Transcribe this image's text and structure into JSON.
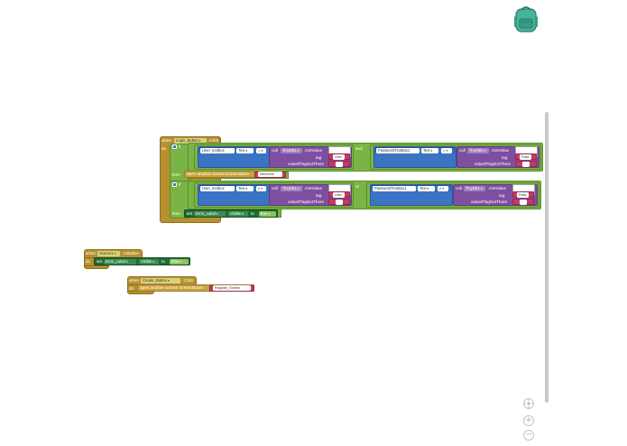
{
  "icons": {
    "backpack": "backpack-icon",
    "gear": "gear-icon",
    "recenter": "crosshair-icon",
    "zoom_in": "plus-icon",
    "zoom_out": "minus-icon"
  },
  "colors": {
    "event_block": "#b8912f",
    "control_block": "#7bb446",
    "text_block": "#c23b63",
    "component_block": "#3b74c4",
    "procedure_block": "#7e4fa0"
  },
  "login_block": {
    "when": "when",
    "component": "Login_Button",
    "event": ".Click",
    "do": "do",
    "if1": {
      "if": "if",
      "left_equals": {
        "component": "User_textbox",
        "property": "Text",
        "op": "=",
        "call": "call",
        "db": "TinyDB1",
        "method": ".GetValue",
        "tag_label": "tag",
        "tag": "User",
        "vitn_label": "valueIfTagNotThere",
        "vitn": " "
      },
      "and": "and",
      "right_equals": {
        "component": "PasswordTextBox1",
        "property": "Text",
        "op": "=",
        "call": "call",
        "db": "TinyDB1",
        "method": ".GetValue",
        "tag_label": "tag",
        "tag": "Pass",
        "vitn_label": "valueIfTagNotThere",
        "vitn": " "
      },
      "then": "then",
      "action": "open another screen",
      "action_param": "screenName",
      "screen": "Welcome"
    },
    "if2": {
      "if": "if",
      "left_equals": {
        "component": "User_textbox",
        "property": "Text",
        "op": "≠",
        "call": "call",
        "db": "TinyDB1",
        "method": ".GetValue",
        "tag_label": "tag",
        "tag": "User",
        "vitn_label": "valueIfTagNotThere",
        "vitn": " "
      },
      "or": "or",
      "right_equals": {
        "component": "PasswordTextBox1",
        "property": "Text",
        "op": "≠",
        "call": "call",
        "db": "TinyDB1",
        "method": ".GetValue",
        "tag_label": "tag",
        "tag": "Pass",
        "vitn_label": "valueIfTagNotThere",
        "vitn": " "
      },
      "then": "then",
      "set": "set",
      "target": "Error_Label",
      "property": "Visible",
      "to": "to",
      "value": "true"
    }
  },
  "init_block": {
    "when": "when",
    "component": "Screen1",
    "event": ".Initialize",
    "do": "do",
    "set": "set",
    "target": "Error_Label",
    "property": "Visible",
    "to": "to",
    "value": "false"
  },
  "register_block": {
    "when": "when",
    "component": "Create_Button",
    "event": ".Click",
    "do": "do",
    "action": "open another screen",
    "action_param": "screenName",
    "screen": "Register_Screen"
  }
}
